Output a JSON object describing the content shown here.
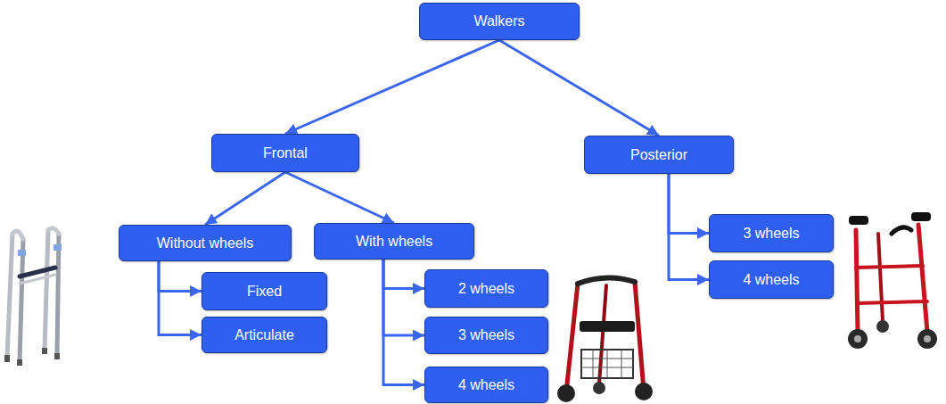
{
  "diagram": {
    "nodes": [
      {
        "text": [
          "Walkers"
        ]
      },
      {
        "text": [
          "Frontal"
        ]
      },
      {
        "text": [
          "Posterior"
        ]
      },
      {
        "text": [
          "Without wheels"
        ]
      },
      {
        "text": [
          "With wheels"
        ]
      },
      {
        "text": [
          "Fixed"
        ]
      },
      {
        "text": [
          "Articulate"
        ]
      },
      {
        "text": [
          "2 wheels"
        ]
      },
      {
        "text": [
          "3 wheels"
        ]
      },
      {
        "text": [
          "4 wheels"
        ]
      },
      {
        "text": [
          "3 wheels"
        ]
      },
      {
        "text": [
          "4 wheels"
        ]
      }
    ],
    "edges": [
      {
        "from": 0,
        "to": 1,
        "arrow": "to"
      },
      {
        "from": 0,
        "to": 2,
        "arrow": "to"
      },
      {
        "from": 1,
        "to": 3,
        "arrow": "to"
      },
      {
        "from": 1,
        "to": 4,
        "arrow": "to"
      },
      {
        "from": 3,
        "to": 5,
        "arrow": "to"
      },
      {
        "from": 3,
        "to": 6,
        "arrow": "to"
      },
      {
        "from": 4,
        "to": 7,
        "arrow": "to"
      },
      {
        "from": 4,
        "to": 8,
        "arrow": "to"
      },
      {
        "from": 4,
        "to": 9,
        "arrow": "to"
      },
      {
        "from": 2,
        "to": 10,
        "arrow": "to"
      },
      {
        "from": 2,
        "to": 11,
        "arrow": "to"
      }
    ]
  }
}
